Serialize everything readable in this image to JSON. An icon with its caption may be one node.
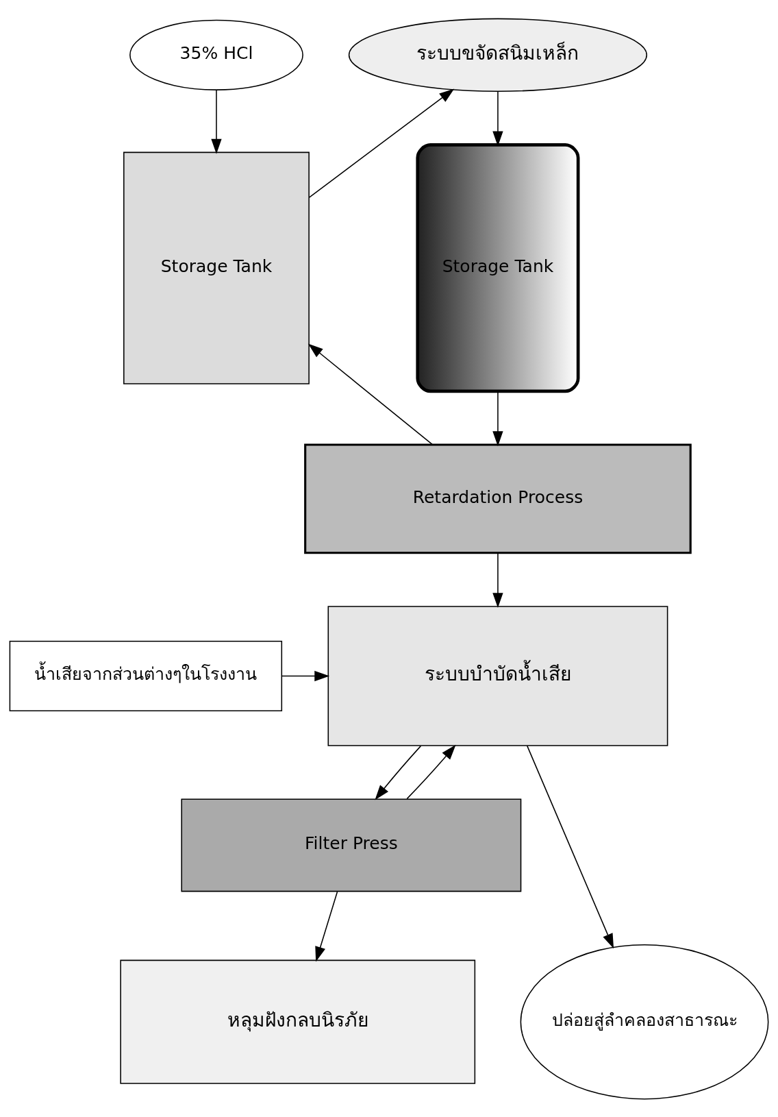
{
  "diagram": {
    "nodes": [
      {
        "text": [
          "35% HCl"
        ]
      },
      {
        "text": [
          "ระบบขจัดสนิมเหล็ก"
        ]
      },
      {
        "text": [
          "Storage Tank"
        ]
      },
      {
        "text": [
          "Storage Tank"
        ]
      },
      {
        "text": [
          "Retardation Process"
        ]
      },
      {
        "text": [
          "ระบบบำบัดน้ำเสีย"
        ]
      },
      {
        "text": [
          "น้ำเสียจากส่วนต่างๆในโรงงาน"
        ]
      },
      {
        "text": [
          "Filter Press"
        ]
      },
      {
        "text": [
          "ปล่อยสู่ลำคลองสาธารณะ"
        ]
      },
      {
        "text": [
          "หลุมฝังกลบนิรภัย"
        ]
      }
    ],
    "edges": [
      {
        "from": 0,
        "to": 2,
        "arrow": "to"
      },
      {
        "from": 4,
        "to": 2,
        "arrow": "to"
      },
      {
        "from": 2,
        "to": 1,
        "arrow": "to"
      },
      {
        "from": 1,
        "to": 3,
        "arrow": "to"
      },
      {
        "from": 3,
        "to": 4,
        "arrow": "to"
      },
      {
        "from": 4,
        "to": 5,
        "arrow": "to"
      },
      {
        "from": 6,
        "to": 5,
        "arrow": "to"
      },
      {
        "from": 5,
        "to": 7,
        "arrow": "to"
      },
      {
        "from": 7,
        "to": 5,
        "arrow": "to"
      },
      {
        "from": 5,
        "to": 8,
        "arrow": "to"
      },
      {
        "from": 7,
        "to": 9,
        "arrow": "to"
      }
    ]
  }
}
